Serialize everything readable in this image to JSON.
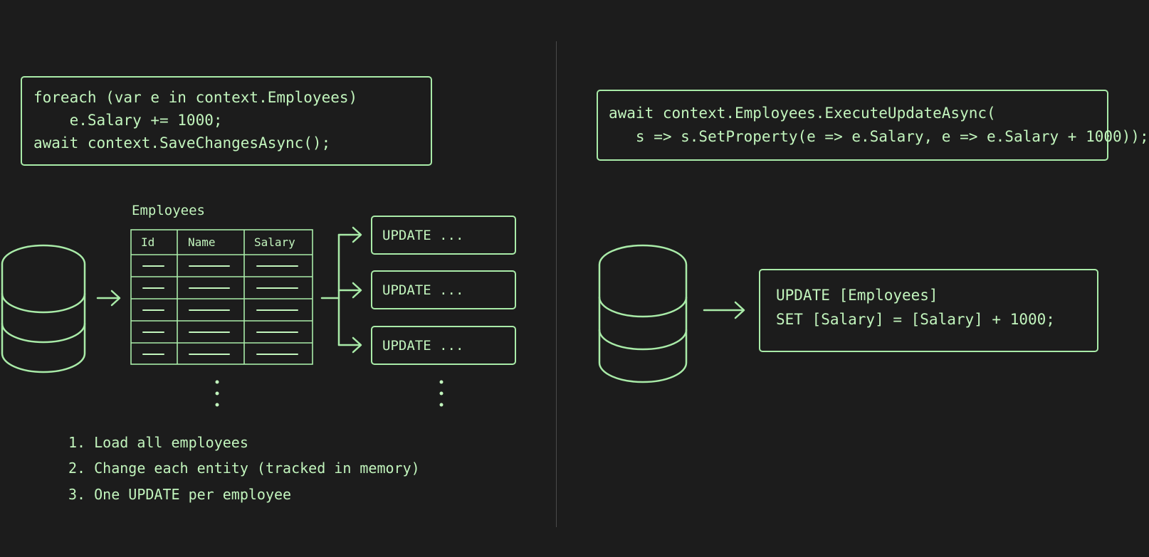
{
  "left": {
    "code": [
      "foreach (var e in context.Employees)",
      "    e.Salary += 1000;",
      "await context.SaveChangesAsync();"
    ],
    "table": {
      "title": "Employees",
      "columns": [
        "Id",
        "Name",
        "Salary"
      ],
      "row_count": 5
    },
    "update_boxes": [
      "UPDATE ...",
      "UPDATE ...",
      "UPDATE ..."
    ],
    "steps": [
      "1. Load all employees",
      "2. Change each entity (tracked in memory)",
      "3. One UPDATE per employee"
    ]
  },
  "right": {
    "code": [
      "await context.Employees.ExecuteUpdateAsync(",
      "   s => s.SetProperty(e => e.Salary, e => e.Salary + 1000));"
    ],
    "sql": [
      "UPDATE [Employees]",
      "SET [Salary] = [Salary] + 1000;"
    ]
  },
  "colors": {
    "background": "#1c1c1c",
    "accent": "#a9eba8",
    "text": "#c2f5bd",
    "divider": "#4a4a4a"
  }
}
